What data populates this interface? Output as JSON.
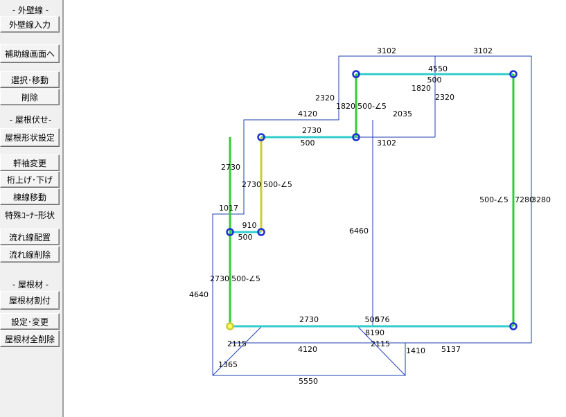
{
  "sidebar": {
    "sec_wall": "- 外壁線 -",
    "btn_wall_input": "外壁線入力",
    "btn_aux": "補助線画面へ",
    "btn_select_move": "選択･移動",
    "btn_delete": "削除",
    "sec_roof": "- 屋根伏せ-",
    "btn_roof_shape": "屋根形状設定",
    "btn_eave_change": "軒袖変更",
    "btn_purlin": "桁上げ･下げ",
    "btn_ridge_move": "棟線移動",
    "btn_special_corner": "特殊ｺｰﾅｰ形状",
    "btn_flow_place": "流れ線配置",
    "btn_flow_delete": "流れ線削除",
    "sec_material": "- 屋根材 -",
    "btn_material_assign": "屋根材割付",
    "btn_settings": "設定･変更",
    "btn_material_delete_all": "屋根材全削除"
  },
  "colors": {
    "outline": "#1c3fb0",
    "ridge": "#33cc33",
    "hip": "#33cccc",
    "selected": "#cccc33",
    "node": "#1c2fd0"
  },
  "drawing": {
    "dim_3102_a": "3102",
    "dim_3102_b": "3102",
    "dim_4550": "4550",
    "dim_500_a": "500",
    "dim_1820_a": "1820",
    "dim_2320_a": "2320",
    "dim_2320_b": "2320",
    "dim_1820_b": "1820",
    "slope_a": "500-∠5",
    "dim_4120_a": "4120",
    "dim_2035": "2035",
    "dim_2730_a": "2730",
    "dim_500_b": "500",
    "dim_3102_c": "3102",
    "dim_2730_b": "2730",
    "dim_2730_c": "2730",
    "slope_b": "500-∠5",
    "slope_c": "500-∠5",
    "dim_7280": "7280",
    "dim_3280": "3280",
    "dim_1017": "1017",
    "dim_910": "910",
    "dim_500_c": "500",
    "dim_6460": "6460",
    "dim_2730_d": "2730",
    "slope_d": "500-∠5",
    "dim_4640": "4640",
    "dim_2730_e": "2730",
    "dim_500_d": "500",
    "dim_576": "576",
    "dim_8190": "8190",
    "dim_2115_a": "2115",
    "dim_4120_b": "4120",
    "dim_2115_b": "2115",
    "dim_1410": "1410",
    "dim_5137": "5137",
    "dim_1365": "1365",
    "dim_5550": "5550"
  }
}
